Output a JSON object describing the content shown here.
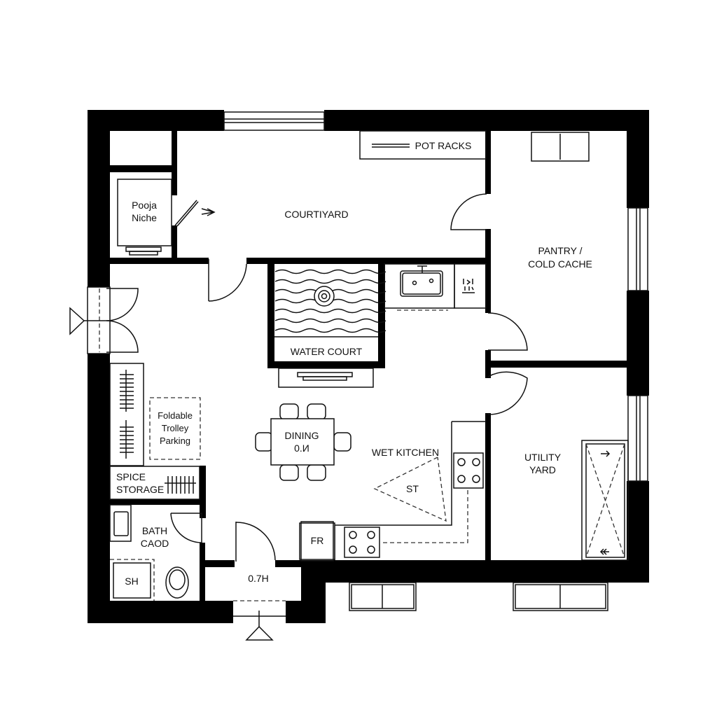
{
  "plan": {
    "colors": {
      "wall": "#000000",
      "line": "#111111",
      "background": "#ffffff"
    },
    "rooms": {
      "pooja": {
        "line1": "Pooja",
        "line2": "Niche"
      },
      "courtyard": {
        "label": "COURTIYARD"
      },
      "pot_racks": {
        "label": "POT RACKS"
      },
      "pantry": {
        "line1": "PANTRY /",
        "line2": "COLD CACHE"
      },
      "water_court": {
        "label": "WATER COURT"
      },
      "trolley": {
        "line1": "Foldable",
        "line2": "Trolley",
        "line3": "Parking"
      },
      "spice": {
        "line1": "SPICE",
        "line2": "STORAGE"
      },
      "dining": {
        "line1": "DINING",
        "line2": "0.И"
      },
      "wet_kitchen": {
        "label": "WET KITCHEN",
        "triangle_label": "ST"
      },
      "utility": {
        "line1": "UTILITY",
        "line2": "YARD"
      },
      "bath": {
        "line1": "BATH",
        "line2": "CAOD",
        "shower": "SH"
      },
      "entry": {
        "label": "0.7H"
      },
      "fridge": {
        "label": "FR"
      }
    }
  }
}
